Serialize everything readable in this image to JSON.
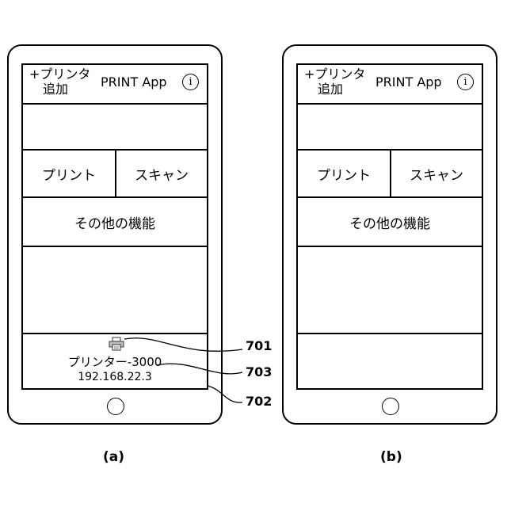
{
  "phones": [
    {
      "header": {
        "add_line1": "+プリンタ",
        "add_line2": "追加",
        "title": "PRINT App",
        "info": "i"
      },
      "buttons": {
        "print": "プリント",
        "scan": "スキャン",
        "other": "その他の機能"
      },
      "printer": {
        "name": "プリンター-3000",
        "ip": "192.168.22.3",
        "icon": "printer-icon"
      }
    },
    {
      "header": {
        "add_line1": "+プリンタ",
        "add_line2": "追加",
        "title": "PRINT App",
        "info": "i"
      },
      "buttons": {
        "print": "プリント",
        "scan": "スキャン",
        "other": "その他の機能"
      }
    }
  ],
  "refs": {
    "r701": "701",
    "r703": "703",
    "r702": "702"
  },
  "captions": {
    "a": "(a)",
    "b": "(b)"
  }
}
